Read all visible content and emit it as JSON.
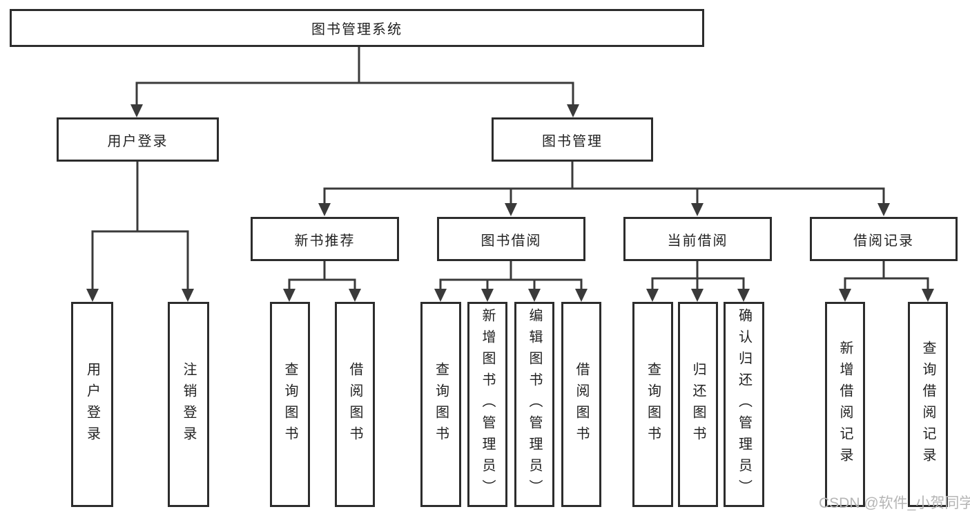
{
  "theme": {
    "line": "#3a3a3a",
    "border": "#2c2c2c",
    "text": "#222222",
    "background": "#ffffff",
    "watermark_color": "#b5b5b5"
  },
  "watermark": {
    "text": "CSDN @软件_小贺同学"
  },
  "diagram": {
    "type": "hierarchy-tree",
    "title": "图书管理系统",
    "nodes": {
      "root": {
        "label": "图书管理系统",
        "children": [
          "user_login",
          "book_mgmt"
        ]
      },
      "user_login": {
        "label": "用户登录",
        "children": [
          "leaf_user_login",
          "leaf_logout"
        ]
      },
      "book_mgmt": {
        "label": "图书管理",
        "children": [
          "new_book_rec",
          "book_borrow",
          "current_borrow",
          "borrow_records"
        ]
      },
      "new_book_rec": {
        "label": "新书推荐",
        "children": [
          "leaf_nbr_query",
          "leaf_nbr_borrow"
        ]
      },
      "book_borrow": {
        "label": "图书借阅",
        "children": [
          "leaf_bb_query",
          "leaf_bb_add",
          "leaf_bb_edit",
          "leaf_bb_borrow"
        ]
      },
      "current_borrow": {
        "label": "当前借阅",
        "children": [
          "leaf_cb_query",
          "leaf_cb_return",
          "leaf_cb_confirm"
        ]
      },
      "borrow_records": {
        "label": "借阅记录",
        "children": [
          "leaf_br_add",
          "leaf_br_query"
        ]
      },
      "leaf_user_login": {
        "label": "用户登录"
      },
      "leaf_logout": {
        "label": "注销登录"
      },
      "leaf_nbr_query": {
        "label": "查询图书"
      },
      "leaf_nbr_borrow": {
        "label": "借阅图书"
      },
      "leaf_bb_query": {
        "label": "查询图书"
      },
      "leaf_bb_add": {
        "label": "新增图书（管理员）"
      },
      "leaf_bb_edit": {
        "label": "编辑图书（管理员）"
      },
      "leaf_bb_borrow": {
        "label": "借阅图书"
      },
      "leaf_cb_query": {
        "label": "查询图书"
      },
      "leaf_cb_return": {
        "label": "归还图书"
      },
      "leaf_cb_confirm": {
        "label": "确认归还（管理员）"
      },
      "leaf_br_add": {
        "label": "新增借阅记录"
      },
      "leaf_br_query": {
        "label": "查询借阅记录"
      }
    }
  }
}
